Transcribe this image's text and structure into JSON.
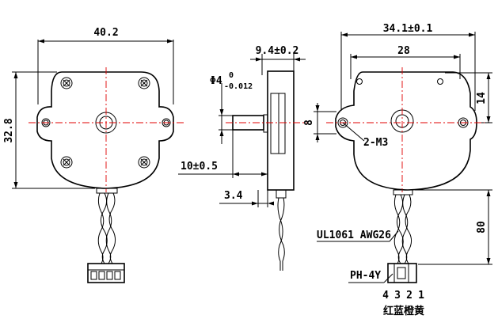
{
  "front_view": {
    "width": "40.2",
    "height": "32.8"
  },
  "side_view": {
    "body_depth": "9.4±0.2",
    "shaft_dia_prefix": "Φ4",
    "shaft_tol_upper": "0",
    "shaft_tol_lower": "-0.012",
    "shaft_len": "10±0.5",
    "flange": "3.4"
  },
  "rear_view": {
    "overall_width": "34.1±0.1",
    "hole_spacing": "28",
    "hole_offset": "14",
    "boss_height": "8",
    "mount_holes": "2-M3",
    "cable_length": "80",
    "cable_spec": "UL1061 AWG26",
    "connector": "PH-4Y",
    "pin_numbers": [
      "4",
      "3",
      "2",
      "1"
    ],
    "wire_colors": "红蓝橙黄"
  }
}
